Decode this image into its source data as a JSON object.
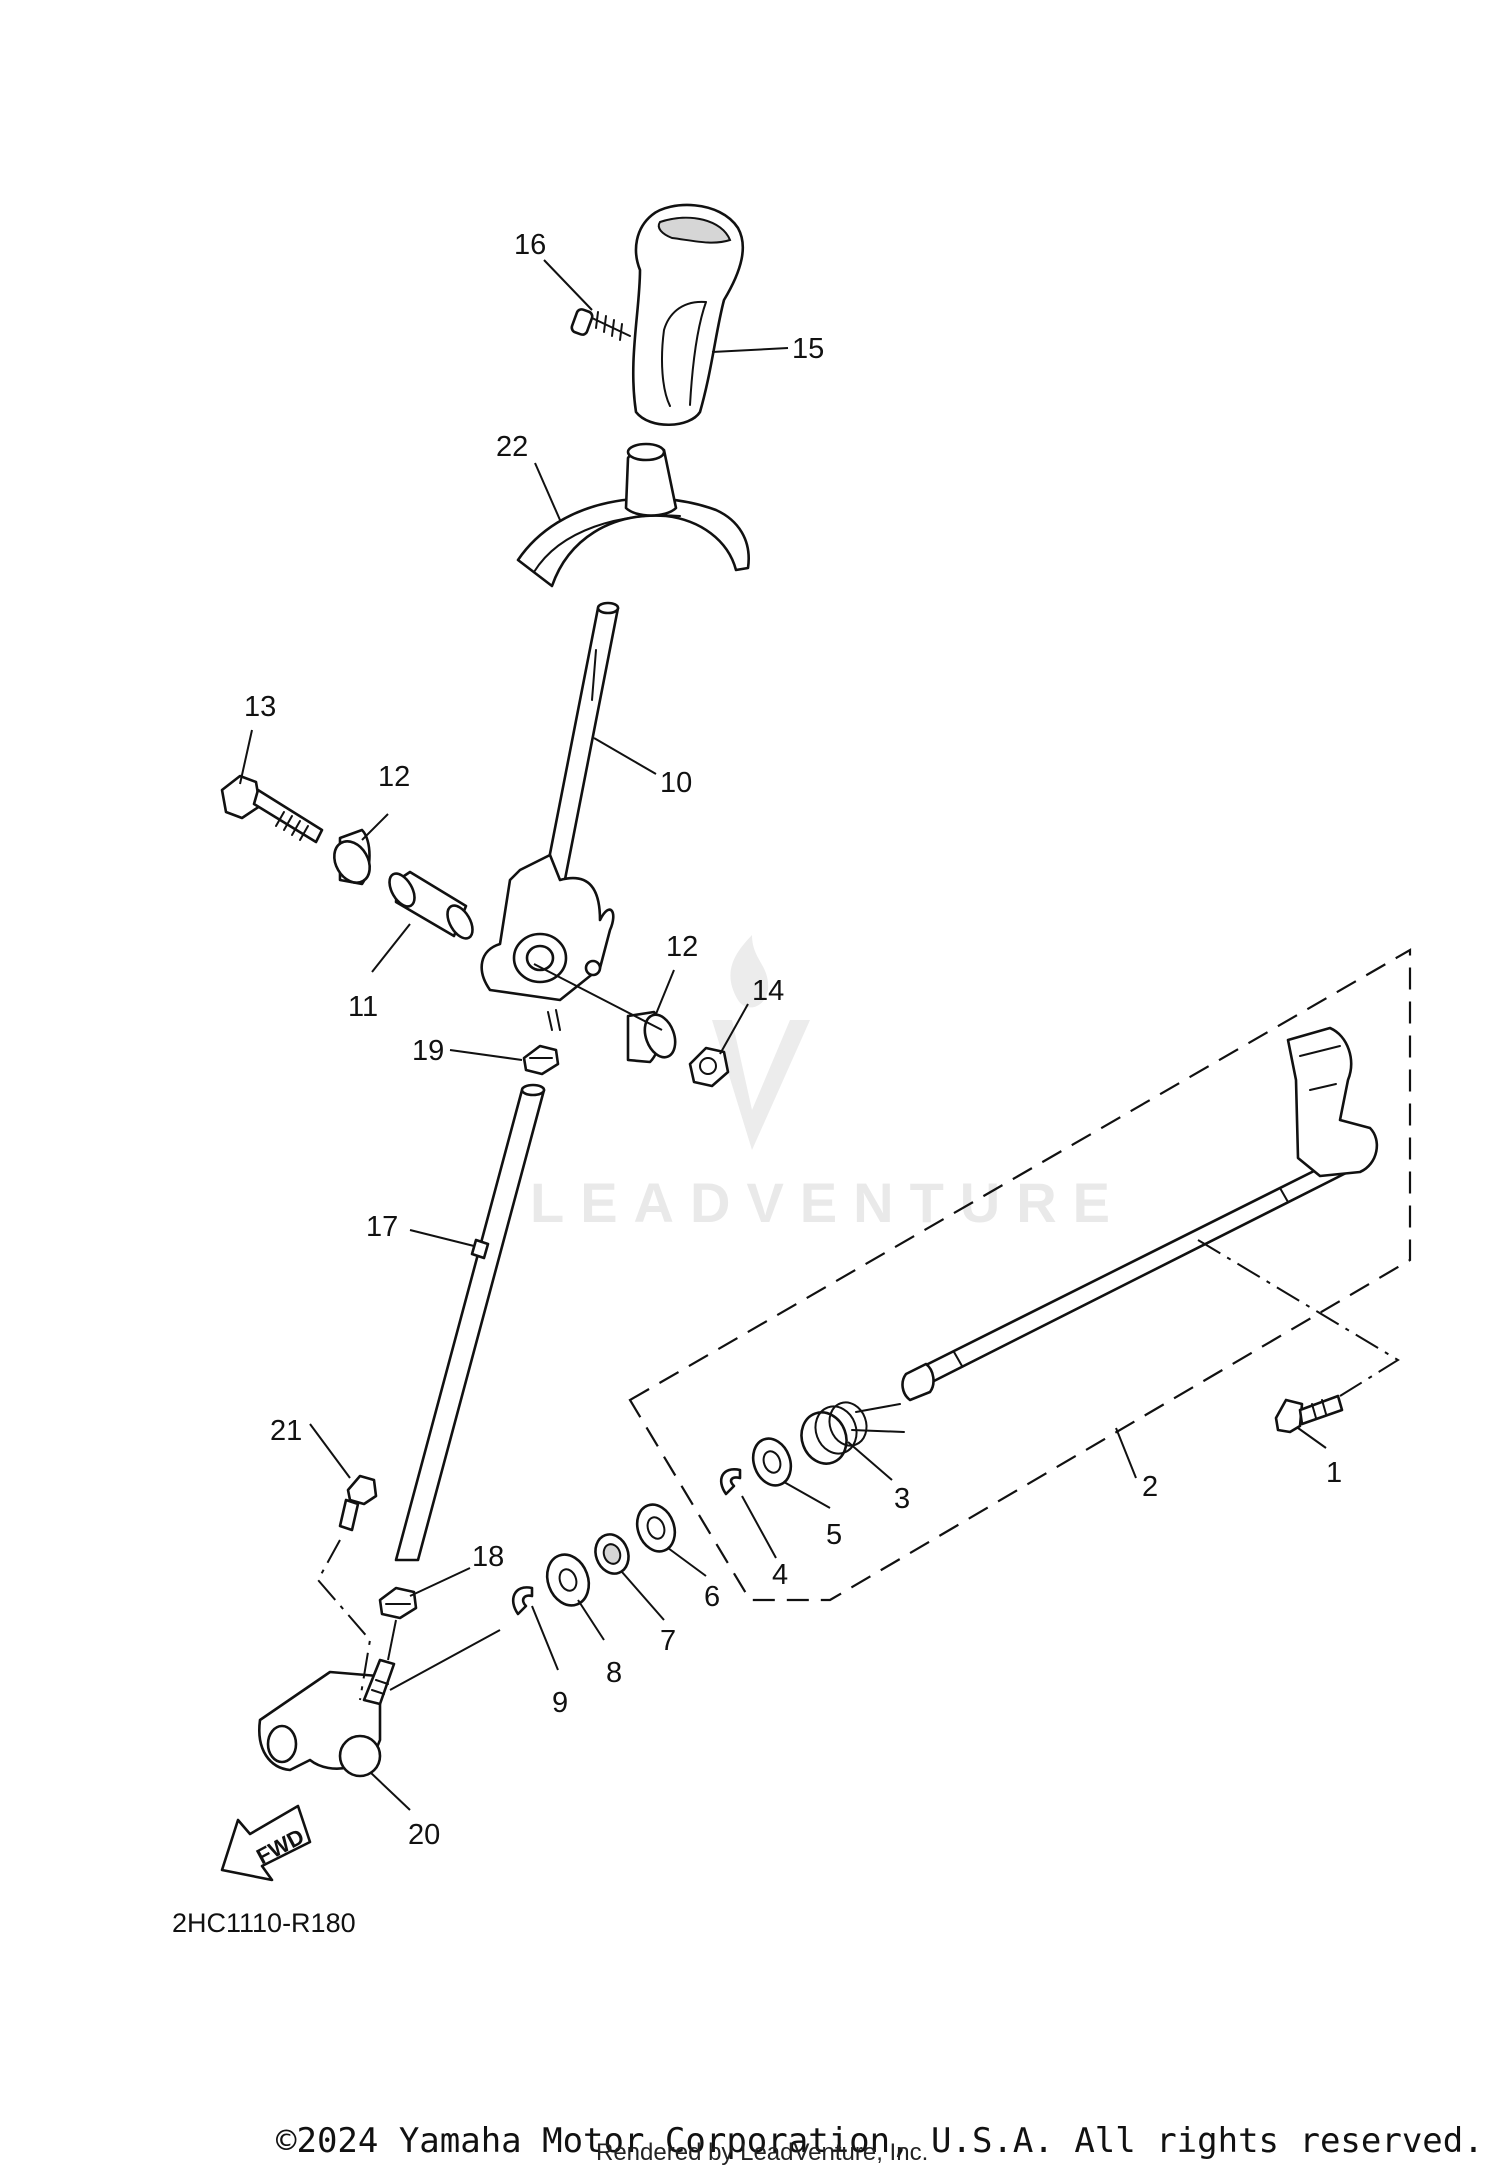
{
  "diagram": {
    "code": "2HC1110-R180",
    "direction_label": "FWD",
    "watermark": "LEADVENTURE",
    "copyright": "©2024 Yamaha Motor Corporation, U.S.A. All rights reserved.",
    "render_note": "Rendered by LeadVenture, Inc.",
    "callouts": [
      {
        "id": "c1",
        "label": "1",
        "part": "bolt"
      },
      {
        "id": "c2",
        "label": "2",
        "part": "shift-shaft-assembly"
      },
      {
        "id": "c3",
        "label": "3",
        "part": "torsion-spring"
      },
      {
        "id": "c4",
        "label": "4",
        "part": "circlip"
      },
      {
        "id": "c5",
        "label": "5",
        "part": "washer"
      },
      {
        "id": "c6",
        "label": "6",
        "part": "washer"
      },
      {
        "id": "c7",
        "label": "7",
        "part": "oil-seal"
      },
      {
        "id": "c8",
        "label": "8",
        "part": "washer"
      },
      {
        "id": "c9",
        "label": "9",
        "part": "circlip"
      },
      {
        "id": "c10",
        "label": "10",
        "part": "shift-lever"
      },
      {
        "id": "c11",
        "label": "11",
        "part": "collar"
      },
      {
        "id": "c12a",
        "label": "12",
        "part": "bushing"
      },
      {
        "id": "c12b",
        "label": "12",
        "part": "bushing"
      },
      {
        "id": "c13",
        "label": "13",
        "part": "bolt"
      },
      {
        "id": "c14",
        "label": "14",
        "part": "nut"
      },
      {
        "id": "c15",
        "label": "15",
        "part": "knob"
      },
      {
        "id": "c16",
        "label": "16",
        "part": "screw"
      },
      {
        "id": "c17",
        "label": "17",
        "part": "shift-rod"
      },
      {
        "id": "c18",
        "label": "18",
        "part": "nut"
      },
      {
        "id": "c19",
        "label": "19",
        "part": "nut"
      },
      {
        "id": "c20",
        "label": "20",
        "part": "joint"
      },
      {
        "id": "c21",
        "label": "21",
        "part": "bolt"
      },
      {
        "id": "c22",
        "label": "22",
        "part": "boot"
      }
    ]
  }
}
